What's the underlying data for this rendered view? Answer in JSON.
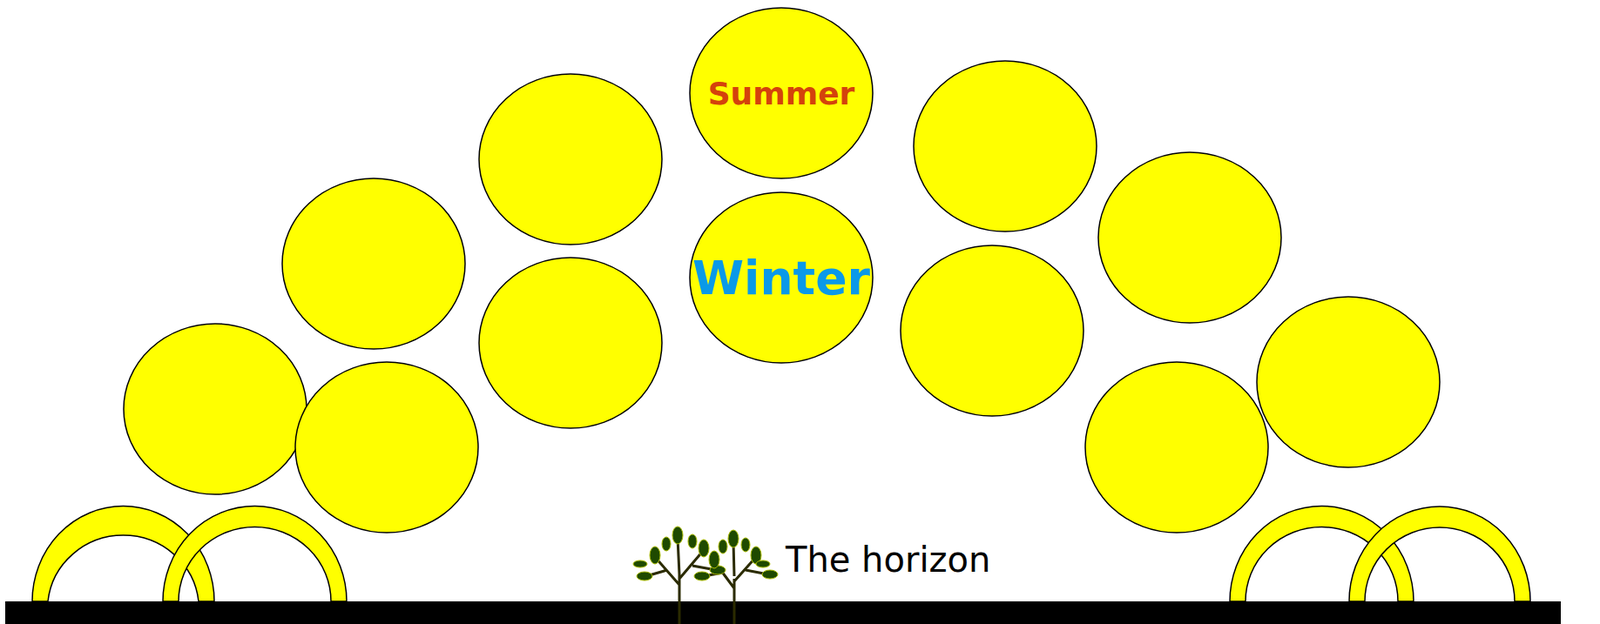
{
  "diagram": {
    "nodes": [
      {
        "text": [
          "Summer"
        ]
      },
      {
        "text": [
          "Winter"
        ]
      }
    ],
    "labels": [
      "The horizon"
    ]
  }
}
